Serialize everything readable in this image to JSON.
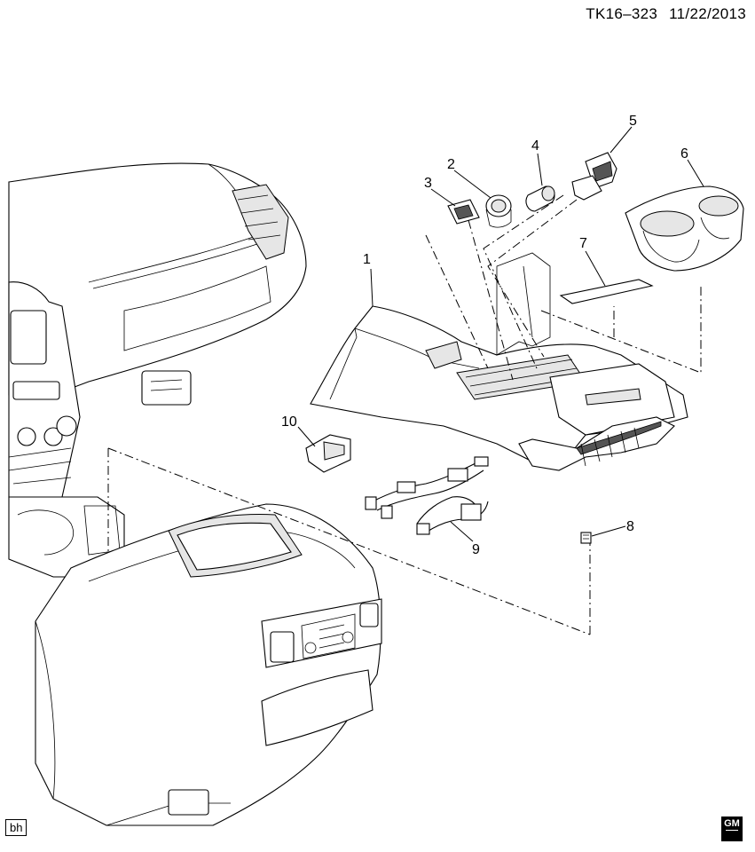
{
  "header": {
    "code": "TK16–323",
    "date": "11/22/2013"
  },
  "stamp": "bh",
  "logo": {
    "text": "GM",
    "icon": "gm-logo-icon"
  },
  "callouts": [
    {
      "id": "1",
      "label": "1"
    },
    {
      "id": "2",
      "label": "2"
    },
    {
      "id": "3",
      "label": "3"
    },
    {
      "id": "4",
      "label": "4"
    },
    {
      "id": "5",
      "label": "5"
    },
    {
      "id": "6",
      "label": "6"
    },
    {
      "id": "7",
      "label": "7"
    },
    {
      "id": "8",
      "label": "8"
    },
    {
      "id": "9",
      "label": "9"
    },
    {
      "id": "10",
      "label": "10"
    }
  ]
}
